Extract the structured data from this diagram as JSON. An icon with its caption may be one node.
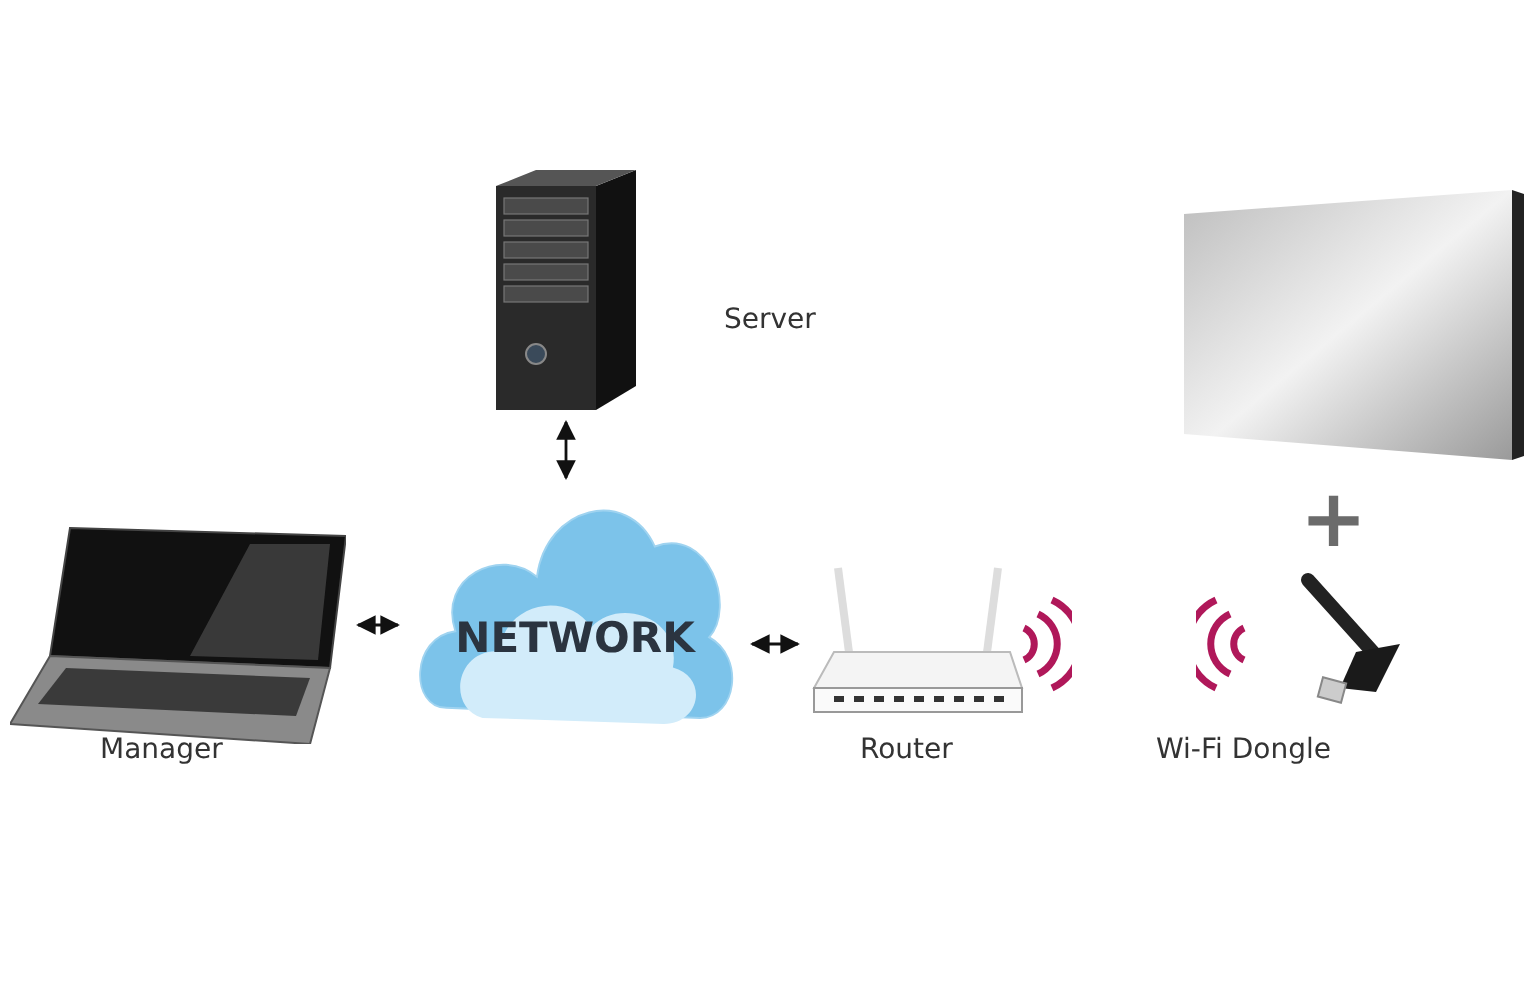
{
  "diagram": {
    "nodes": [
      {
        "text": [],
        "shape": "picture",
        "beside": [
          "Server"
        ]
      },
      {
        "text": [],
        "shape": "picture",
        "beside": [
          "Manager"
        ]
      },
      {
        "text": [
          "NETWORK"
        ]
      },
      {
        "text": [],
        "shape": "picture",
        "beside": [
          "Router"
        ]
      },
      {
        "text": [],
        "shape": "picture"
      },
      {
        "text": [],
        "shape": "picture",
        "beside": [
          "Wi-Fi Dongle"
        ]
      }
    ],
    "edges": [
      {
        "from": 0,
        "to": 2,
        "arrow": "both"
      },
      {
        "from": 1,
        "to": 2,
        "arrow": "both"
      },
      {
        "from": 2,
        "to": 3,
        "arrow": "both"
      }
    ],
    "labels": [
      "+"
    ]
  }
}
